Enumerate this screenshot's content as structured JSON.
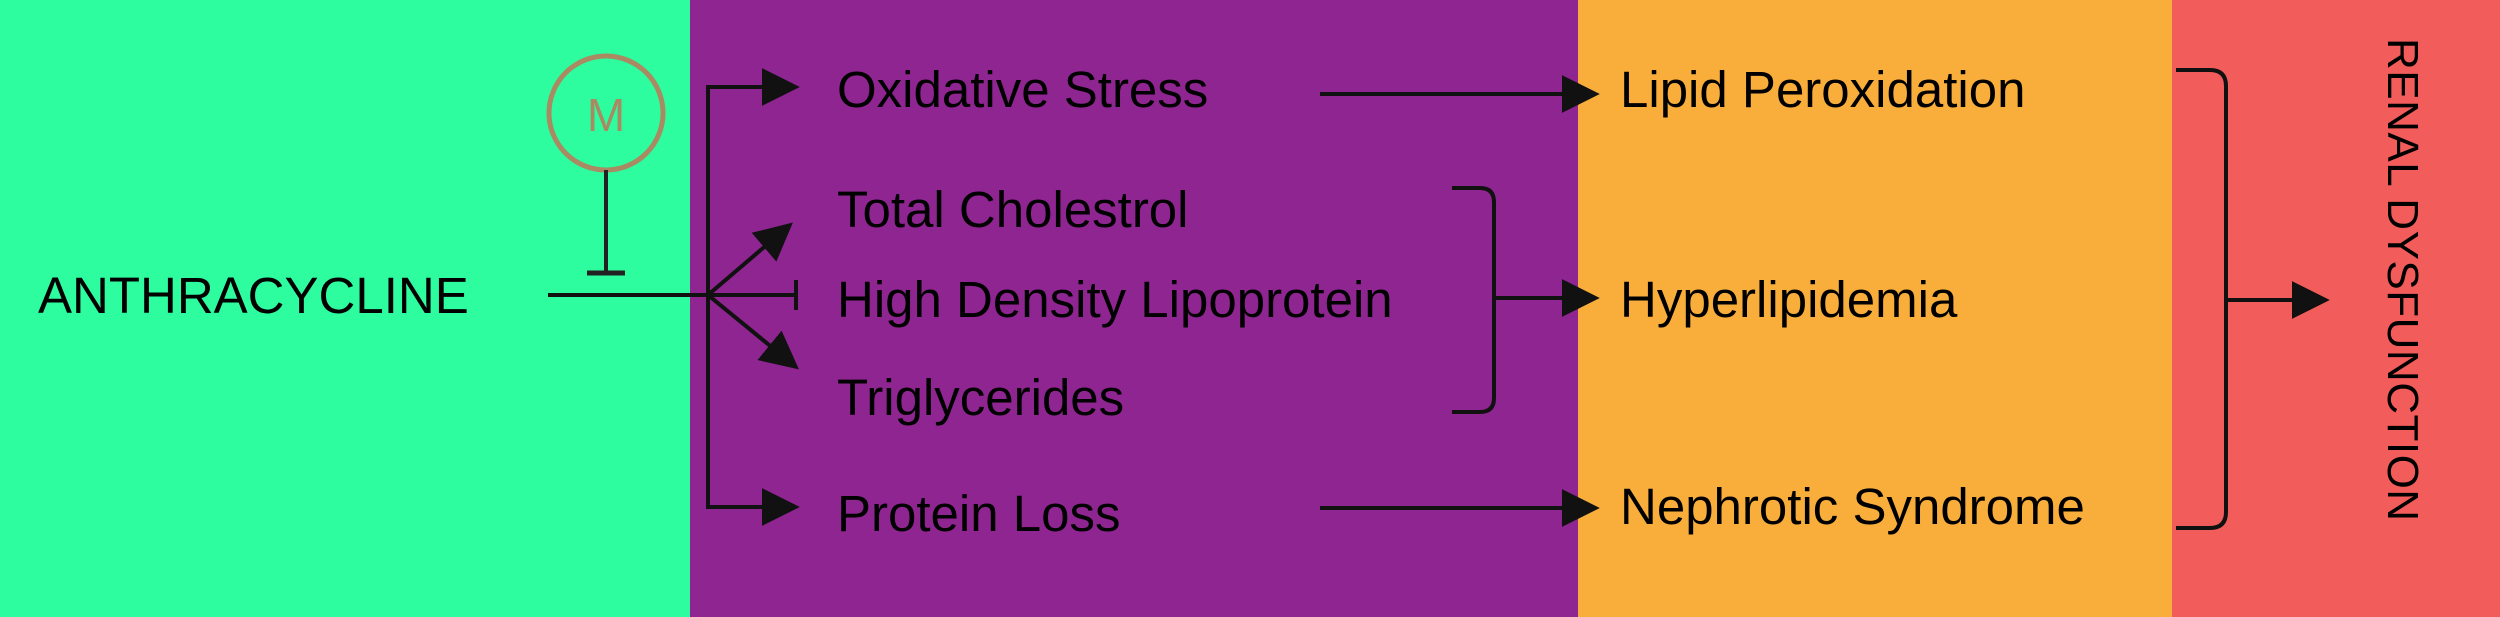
{
  "diagram": {
    "source": "ANTHRACYCLINE",
    "modulator": "M",
    "effects": {
      "oxidative_stress": "Oxidative Stress",
      "total_cholesterol": "Total Cholestrol",
      "hdl": "High Density Lipoprotein",
      "triglycerides": "Triglycerides",
      "protein_loss": "Protein Loss"
    },
    "consequences": {
      "lipid_peroxidation": "Lipid Peroxidation",
      "hyperlipidemia": "Hyperlipidemia",
      "nephrotic_syndrome": "Nephrotic Syndrome"
    },
    "outcome": "RENAL DYSFUNCTION"
  },
  "colors": {
    "source_panel": "#2dfd9f",
    "effects_panel": "#8e2590",
    "consequences_panel": "#f9ae3b",
    "outcome_panel": "#f25c5a",
    "modulator": "#a98a62"
  }
}
